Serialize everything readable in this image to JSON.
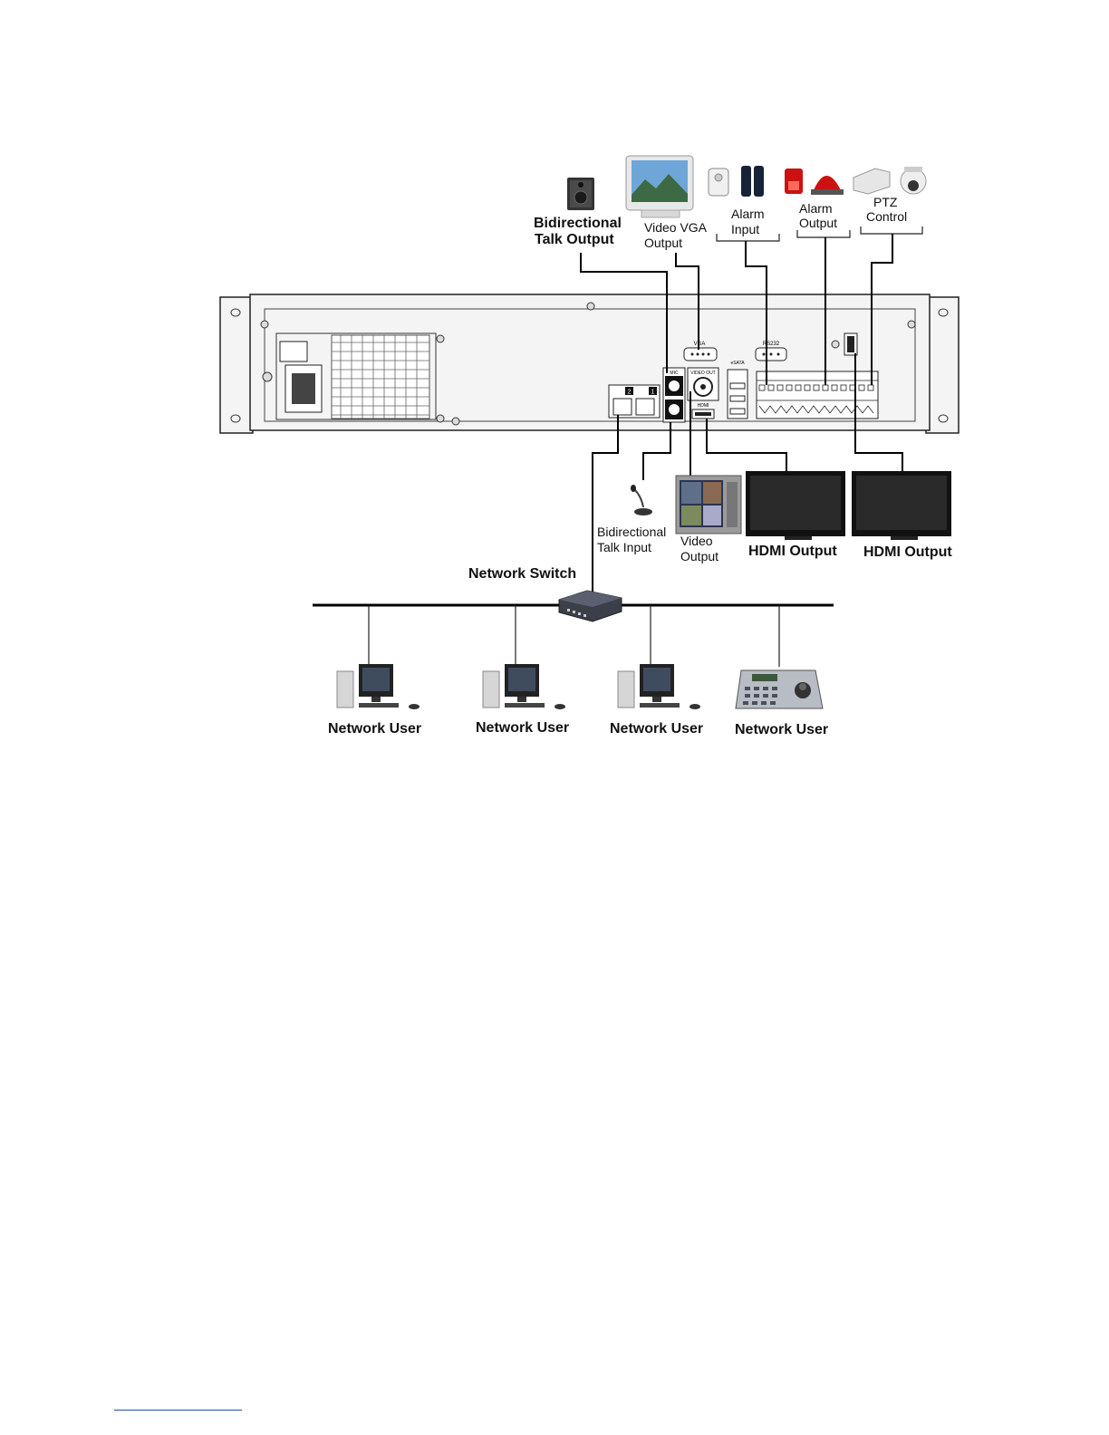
{
  "labels": {
    "talk_output_l1": "Bidirectional",
    "talk_output_l2": "Talk Output",
    "vga_output_l1": "Video VGA",
    "vga_output_l2": "Output",
    "alarm_input_l1": "Alarm",
    "alarm_input_l2": "Input",
    "alarm_output_l1": "Alarm",
    "alarm_output_l2": "Output",
    "ptz_l1": "PTZ",
    "ptz_l2": "Control",
    "talk_input_l1": "Bidirectional",
    "talk_input_l2": "Talk Input",
    "video_output_l1": "Video",
    "video_output_l2": "Output",
    "hdmi_output_1": "HDMI Output",
    "hdmi_output_2": "HDMI Output",
    "network_switch": "Network Switch",
    "network_user_1": "Network User",
    "network_user_2": "Network User",
    "network_user_3": "Network User",
    "network_user_4": "Network User"
  },
  "panel_markings": {
    "vga": "VGA",
    "rs232": "RS232",
    "mic": "MIC",
    "video_out": "VIDEO OUT",
    "hdmi": "HDMI",
    "esata": "eSATA",
    "lan_1": "1",
    "lan_2": "2"
  },
  "colors": {
    "line": "#000000",
    "panel": "#f4f4f4",
    "footnote_rule": "#1f4ea8",
    "alarm_red": "#cc1111"
  }
}
